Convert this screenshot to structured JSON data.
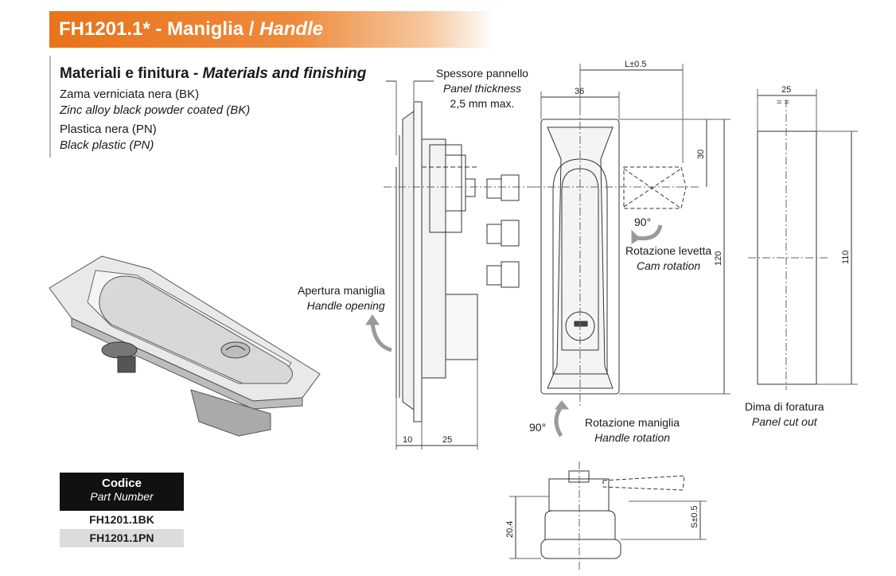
{
  "header": {
    "code": "FH1201.1* - Maniglia / ",
    "title_en": "Handle"
  },
  "materials": {
    "title_it": "Materiali e finitura - ",
    "title_en": "Materials and finishing",
    "lines": [
      "Zama verniciata nera (BK)",
      "Zinc alloy black powder coated (BK)",
      "Plastica nera (PN)",
      "Black plastic (PN)"
    ]
  },
  "labels": {
    "panel_it": "Spessore pannello",
    "panel_en": "Panel thickness",
    "panel_max": "2,5 mm max.",
    "opening_it": "Apertura maniglia",
    "opening_en": "Handle opening",
    "cam_it": "Rotazione levetta",
    "cam_en": "Cam rotation",
    "handle_it": "Rotazione maniglia",
    "handle_en": "Handle rotation",
    "cutout_it": "Dima di foratura",
    "cutout_en": "Panel cut out",
    "deg_cam": "90°",
    "deg_handle": "90°"
  },
  "dimensions": {
    "L": "L±0.5",
    "w36": "36",
    "h30": "30",
    "h120": "120",
    "w25_cut": "25",
    "eq": "= =",
    "h110": "110",
    "w10": "10",
    "w25_side": "25",
    "h20_4": "20.4",
    "S": "S±0.5"
  },
  "table": {
    "head_it": "Codice",
    "head_en": "Part Number",
    "rows": [
      "FH1201.1BK",
      "FH1201.1PN"
    ]
  }
}
